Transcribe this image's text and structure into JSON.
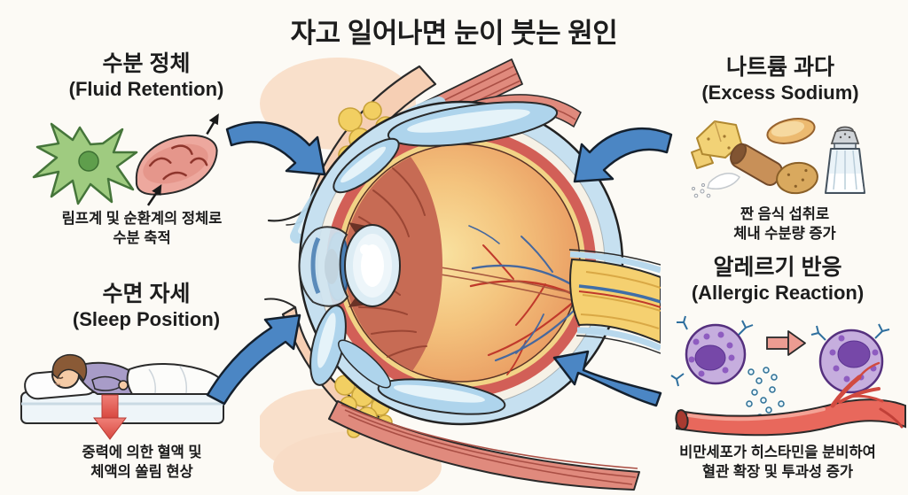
{
  "title": "자고 일어나면 눈이 붓는 원인",
  "center": {
    "illustration": "eye-cross-section-anatomy"
  },
  "sections": [
    {
      "id": "fluid-retention",
      "heading_ko": "수분 정체",
      "heading_en": "(Fluid Retention)",
      "caption_line1": "림프계 및 순환계의 정체로",
      "caption_line2": "수분 축적",
      "illustration": "lymph-cell-and-lymph-vessel"
    },
    {
      "id": "excess-sodium",
      "heading_ko": "나트륨 과다",
      "heading_en": "(Excess Sodium)",
      "caption_line1": "짠 음식 섭취로",
      "caption_line2": "체내 수분량 증가",
      "illustration": "salty-foods-and-salt-shaker"
    },
    {
      "id": "sleep-position",
      "heading_ko": "수면 자세",
      "heading_en": "(Sleep Position)",
      "caption_line1": "중력에 의한 혈액 및",
      "caption_line2": "체액의 쏠림 현상",
      "illustration": "person-sleeping-on-side-with-gravity-arrow"
    },
    {
      "id": "allergic-reaction",
      "heading_ko": "알레르기 반응",
      "heading_en": "(Allergic Reaction)",
      "caption_line1": "비만세포가 히스타민을 분비하여",
      "caption_line2": "혈관 확장 및 투과성 증가",
      "illustration": "mast-cells-histamine-and-blood-vessel"
    }
  ],
  "colors": {
    "background": "#fcfaf5",
    "text": "#1d1d1d",
    "arrow_blue": "#4b86c4",
    "gravity_arrow_red": "#ec615a",
    "reaction_arrow_pink": "#ec9c92"
  }
}
